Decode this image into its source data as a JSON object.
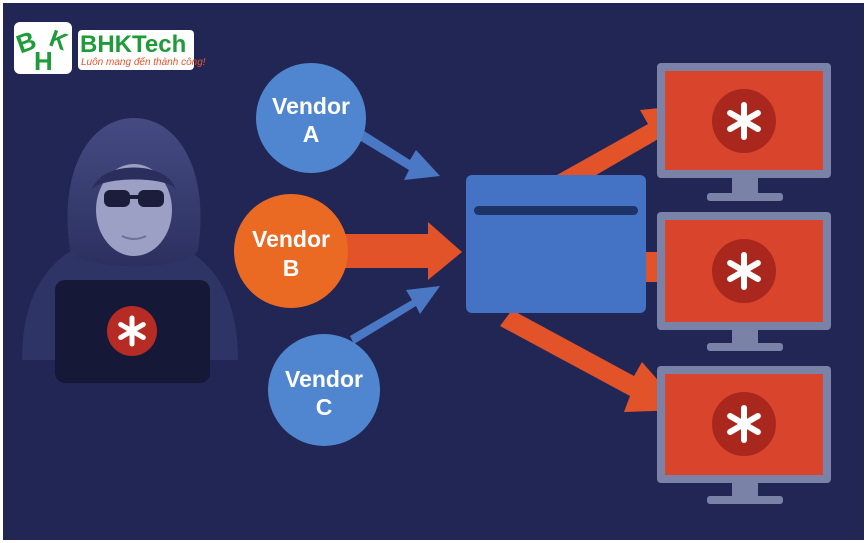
{
  "logo": {
    "name": "BHKTech",
    "tagline": "Luôn mang đến thành công!",
    "monogram": "BHK"
  },
  "vendors": [
    {
      "line1": "Vendor",
      "line2": "A",
      "color": "#4f86cf"
    },
    {
      "line1": "Vendor",
      "line2": "B",
      "color": "#ea6a24"
    },
    {
      "line1": "Vendor",
      "line2": "C",
      "color": "#4f86cf"
    }
  ],
  "colors": {
    "background": "#222654",
    "arrow": "#e2532a",
    "hub": "#4472c4",
    "monitor_frame": "#7a82a8",
    "monitor_screen": "#d9452c",
    "alert_circle": "#a9271d",
    "hacker": "#3a3f72"
  },
  "icons": [
    "hacker-icon",
    "laptop-icon",
    "asterisk-alert-icon",
    "monitor-icon",
    "server-hub-icon"
  ]
}
